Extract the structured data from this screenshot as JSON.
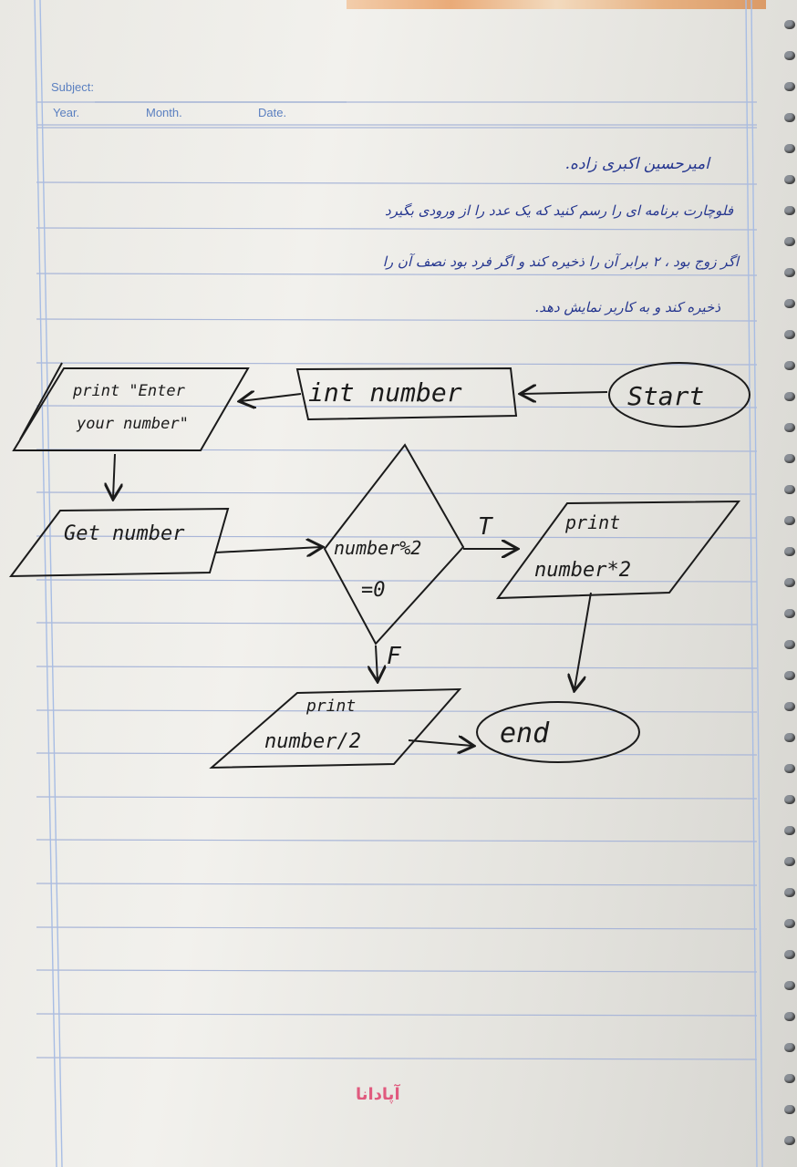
{
  "header": {
    "subject_label": "Subject:",
    "year_label": "Year.",
    "month_label": "Month.",
    "date_label": "Date."
  },
  "handwriting": {
    "name_line": "امیرحسین اکبری زاده.",
    "line1": "فلوچارت برنامه ای را رسم کنید که یک عدد را از ورودی بگیرد",
    "line2": "اگر زوج بود ، ۲ برابر آن را ذخیره کند و اگر فرد بود نصف آن را",
    "line3": "ذخیره کند و به کاربر نمایش دهد."
  },
  "flowchart": {
    "start": "Start",
    "declare": "int number",
    "prompt_line1": "print \"Enter",
    "prompt_line2": "your number\"",
    "input": "Get number",
    "condition_line1": "number%2",
    "condition_line2": "=0",
    "true_label": "T",
    "false_label": "F",
    "output_true_line1": "print",
    "output_true_line2": "number*2",
    "output_false_line1": "print",
    "output_false_line2": "number/2",
    "end": "end"
  },
  "brand": {
    "logo": "آپادانا"
  },
  "colors": {
    "ruled_line": "#a9b6d8",
    "margin_line": "#a8bde4",
    "pen_blue": "#25368f",
    "pen_black": "#1b1b1b",
    "logo_pink": "#e05a7e"
  }
}
